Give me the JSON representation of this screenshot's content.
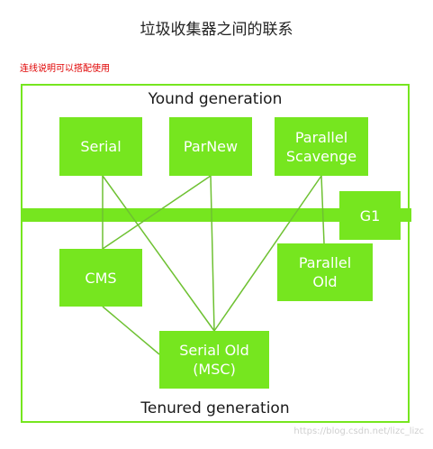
{
  "title": "垃圾收集器之间的联系",
  "note": "连线说明可以搭配使用",
  "young_label": "Yound generation",
  "tenured_label": "Tenured generation",
  "collectors": {
    "serial": "Serial",
    "parnew": "ParNew",
    "parallel_scavenge": "Parallel\nScavenge",
    "g1": "G1",
    "cms": "CMS",
    "parallel_old": "Parallel\nOld",
    "serial_old": "Serial Old\n(MSC)"
  },
  "watermark": "https://blog.csdn.net/lizc_lizc",
  "colors": {
    "accent": "#76e61f",
    "line": "#6ec132",
    "note": "#e00000"
  }
}
